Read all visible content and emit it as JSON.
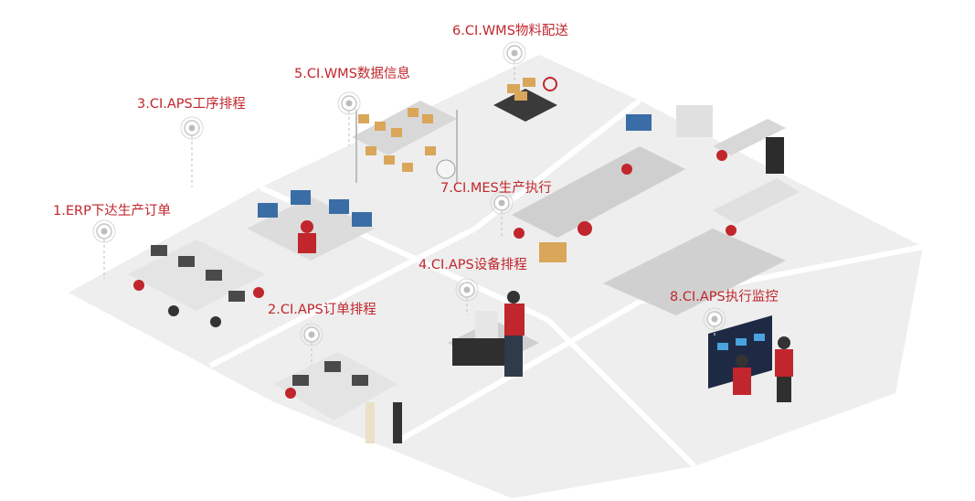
{
  "accent": "#c0262c",
  "steps": [
    {
      "label": "1.ERP下达生产订单"
    },
    {
      "label": "2.CI.APS订单排程"
    },
    {
      "label": "3.CI.APS工序排程"
    },
    {
      "label": "4.CI.APS设备排程"
    },
    {
      "label": "5.CI.WMS数据信息"
    },
    {
      "label": "6.CI.WMS物料配送"
    },
    {
      "label": "7.CI.MES生产执行"
    },
    {
      "label": "8.CI.APS执行监控"
    }
  ],
  "icons": [
    "map-pin-icon",
    "monitor-icon",
    "box-icon",
    "robot-arm-icon",
    "agv-cart-icon",
    "conveyor-icon",
    "dashboard-screen-icon",
    "worker-icon"
  ]
}
